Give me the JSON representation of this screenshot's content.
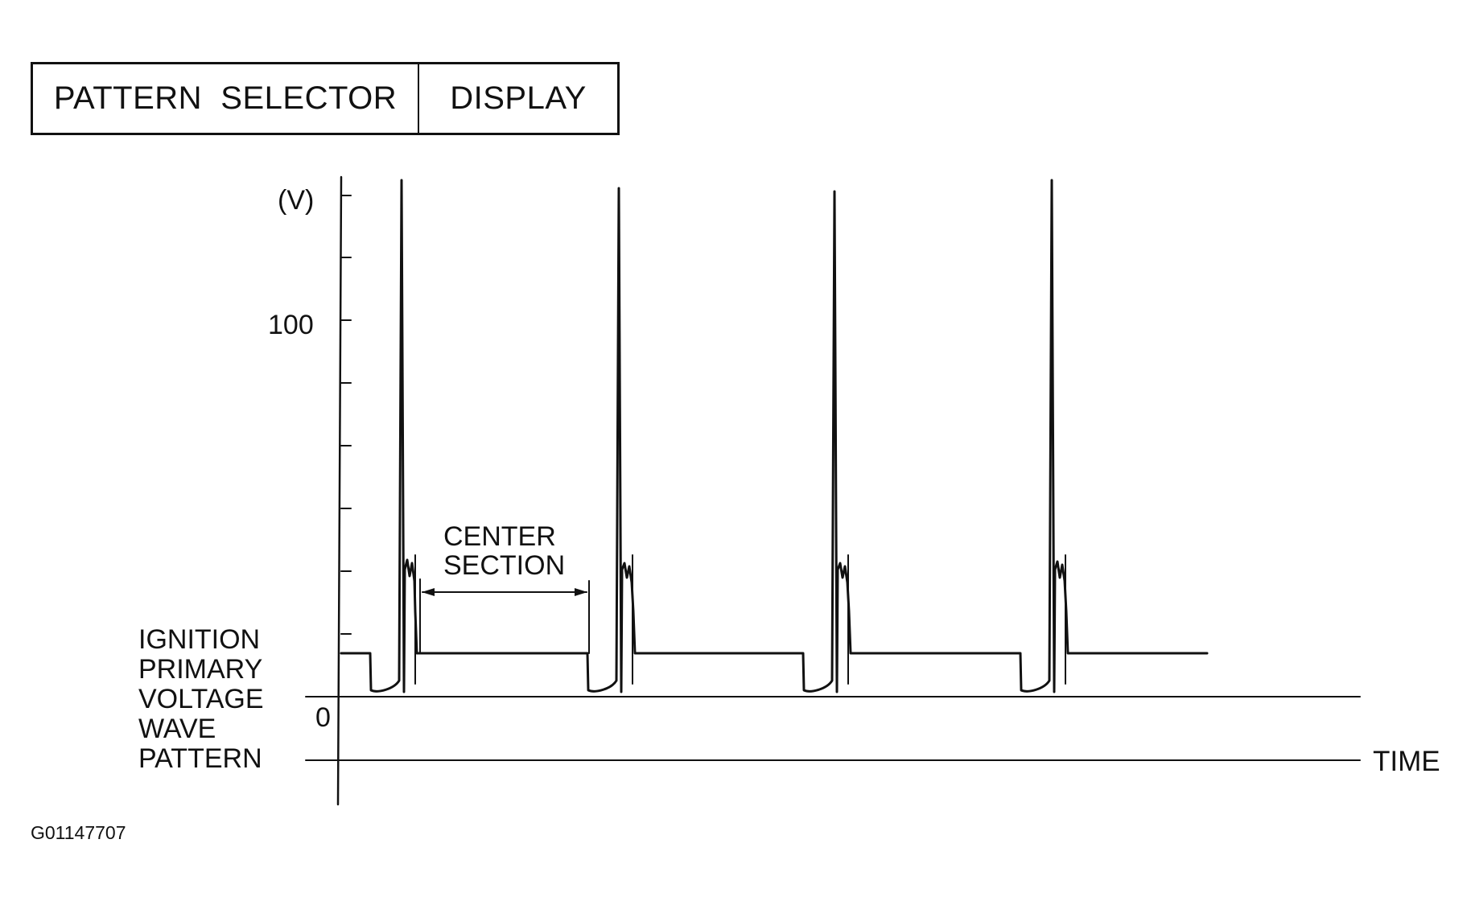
{
  "header": {
    "pattern_selector": "PATTERN  SELECTOR",
    "display": "DISPLAY"
  },
  "axis": {
    "y_unit": "(V)",
    "y_tick_100": "100",
    "y_tick_0": "0",
    "x_label": "TIME"
  },
  "annotation": {
    "center_line1": "CENTER",
    "center_line2": "SECTION"
  },
  "waveform_label": {
    "line1": "IGNITION",
    "line2": "PRIMARY",
    "line3": "VOLTAGE",
    "line4": "WAVE",
    "line5": "PATTERN"
  },
  "figure_code": "G01147707",
  "colors": {
    "ink": "#111111",
    "background": "#ffffff"
  }
}
